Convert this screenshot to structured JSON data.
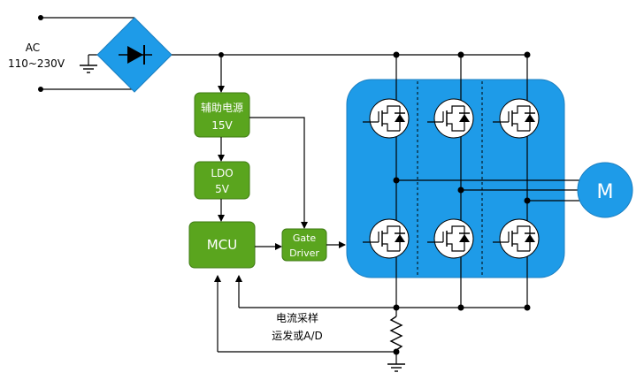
{
  "ac_source": {
    "label_line1": "AC",
    "label_line2": "110~230V"
  },
  "blocks": {
    "aux_power": {
      "line1": "辅助电源",
      "line2": "15V"
    },
    "ldo": {
      "line1": "LDO",
      "line2": "5V"
    },
    "mcu": {
      "label": "MCU"
    },
    "gate_driver": {
      "line1": "Gate",
      "line2": "Driver"
    }
  },
  "motor": {
    "label": "M"
  },
  "current_sense": {
    "line1": "电流采样",
    "line2": "运发或A/D"
  },
  "colors": {
    "bridge_blue": "#1e9be8",
    "inverter_blue": "#1e9be8",
    "block_green": "#5aa51e",
    "block_border": "#3d7a12",
    "wire": "#000000"
  }
}
